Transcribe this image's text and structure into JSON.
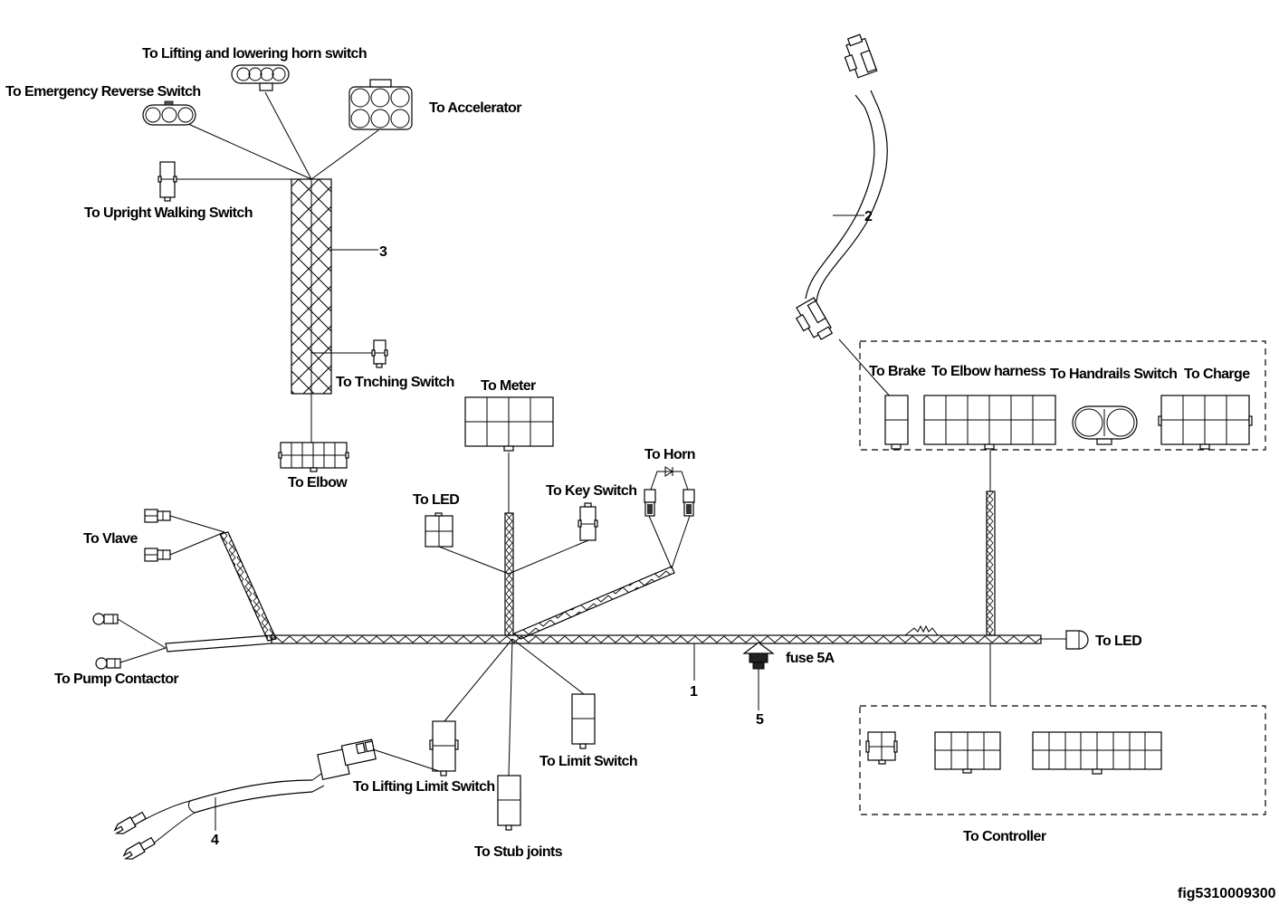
{
  "figure_id": "fig5310009300",
  "labels": {
    "lifting_lowering_horn_switch": "To Lifting and lowering horn switch",
    "emergency_reverse_switch": "To Emergency Reverse Switch",
    "accelerator": "To Accelerator",
    "upright_walking_switch": "To Upright Walking Switch",
    "inching_switch": "To  Tnching Switch",
    "elbow": "To Elbow",
    "meter": "To Meter",
    "led_left": "To LED",
    "key_switch": "To Key Switch",
    "horn": "To Horn",
    "valve": "To Vlave",
    "pump_contactor": "To Pump Contactor",
    "lifting_limit_switch": "To Lifting Limit Switch",
    "stub_joints": "To Stub joints",
    "limit_switch": "To Limit Switch",
    "fuse": "fuse 5A",
    "led_right": "To LED",
    "brake": "To Brake",
    "elbow_harness": "To Elbow harness",
    "handrails_switch": "To Handrails Switch",
    "charge": "To Charge",
    "controller": "To Controller"
  },
  "callouts": {
    "main_harness": "1",
    "jumper_harness": "2",
    "handle_harness": "3",
    "battery_cable": "4",
    "fuse": "5"
  }
}
